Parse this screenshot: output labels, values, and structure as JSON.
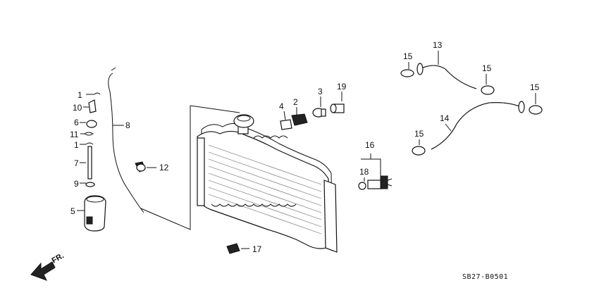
{
  "diagram_code": "SB27-B0501",
  "direction_label": "FR.",
  "callouts": {
    "c1a": "1",
    "c10": "10",
    "c6": "6",
    "c11": "11",
    "c1b": "1",
    "c7": "7",
    "c9": "9",
    "c5": "5",
    "c8": "8",
    "c12": "12",
    "c4": "4",
    "c2": "2",
    "c3": "3",
    "c19": "19",
    "c17": "17",
    "c16": "16",
    "c18": "18",
    "c13": "13",
    "c15a": "15",
    "c15b": "15",
    "c15c": "15",
    "c14": "14",
    "c15d": "15"
  },
  "icons": [
    "radiator",
    "radiator-cap",
    "reserve-tank",
    "overflow-hose",
    "upper-hose",
    "lower-hose",
    "hose-clamp",
    "fan-switch",
    "drain-plug",
    "front-arrow"
  ]
}
